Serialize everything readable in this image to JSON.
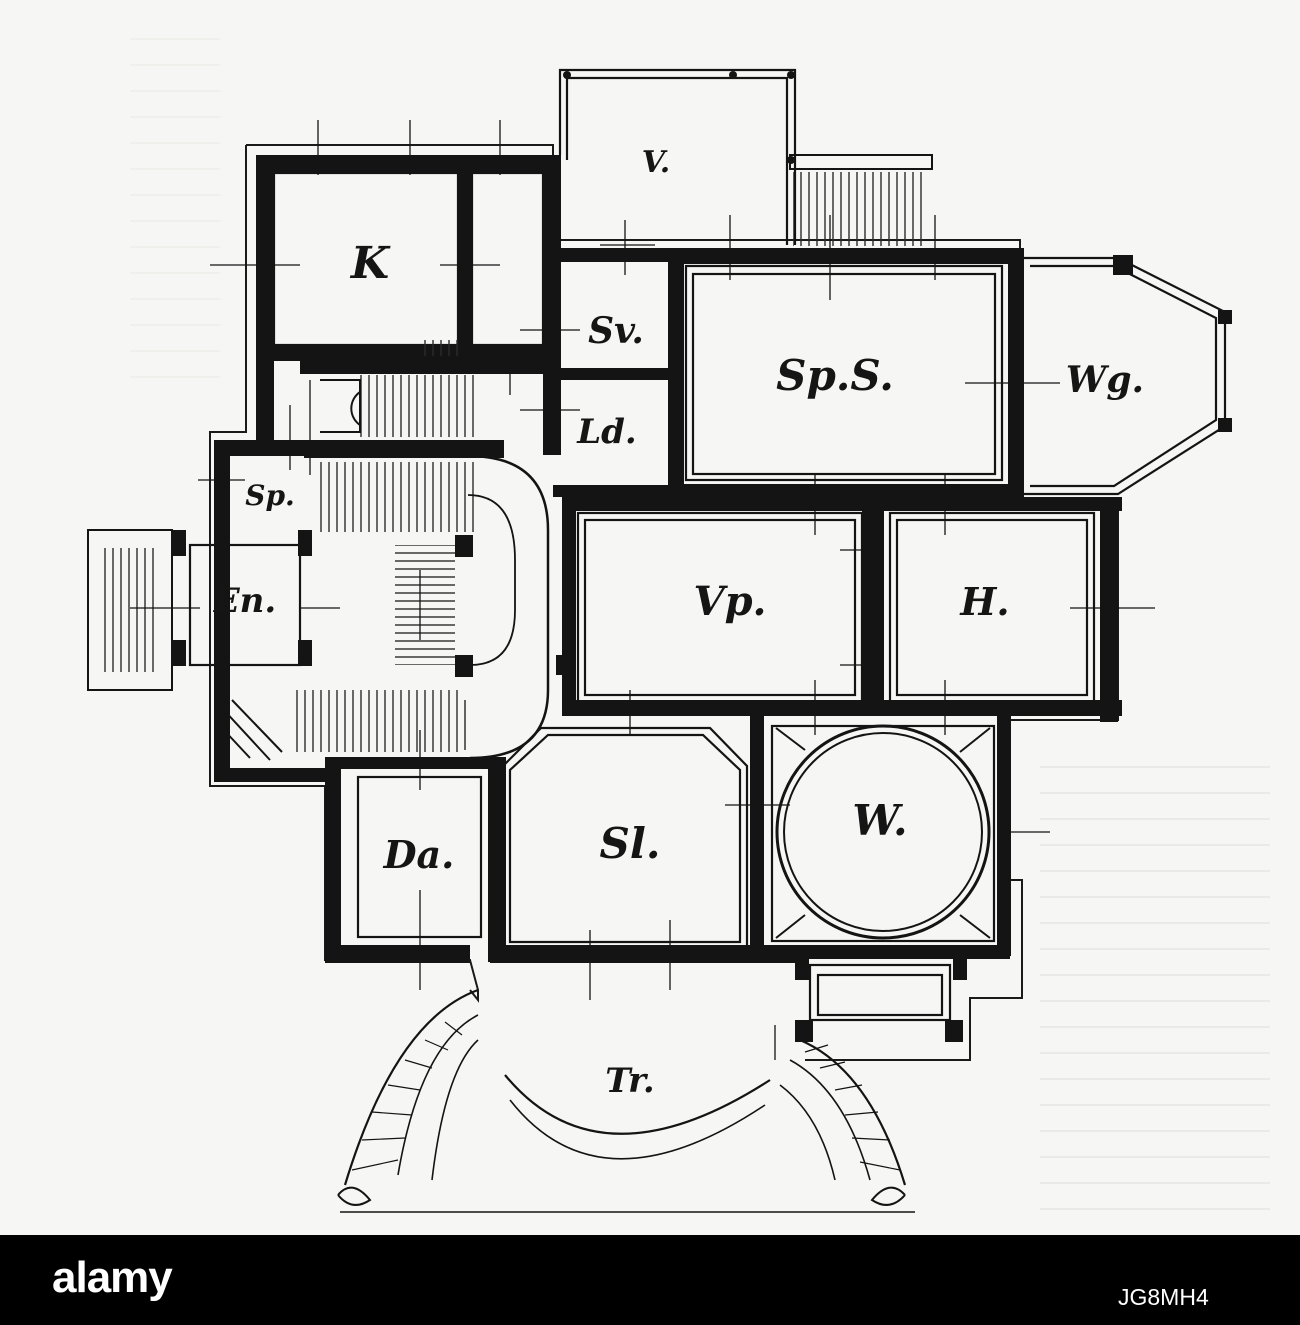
{
  "rooms": {
    "v": "V.",
    "k": "K",
    "sv": "Sv.",
    "spsaal": "Sp.S.",
    "wg": "Wg.",
    "ld": "Ld.",
    "sp": "Sp.",
    "en": "En.",
    "vp": "Vp.",
    "h": "H.",
    "da": "Da.",
    "sl": "Sl.",
    "w": "W.",
    "tr": "Tr."
  },
  "footer": {
    "logo": "alamy",
    "image_id": "JG8MH4"
  },
  "colors": {
    "wall": "#141414",
    "paper": "#f6f6f4",
    "footer": "#000000",
    "hatch": "#2a2a2a"
  }
}
